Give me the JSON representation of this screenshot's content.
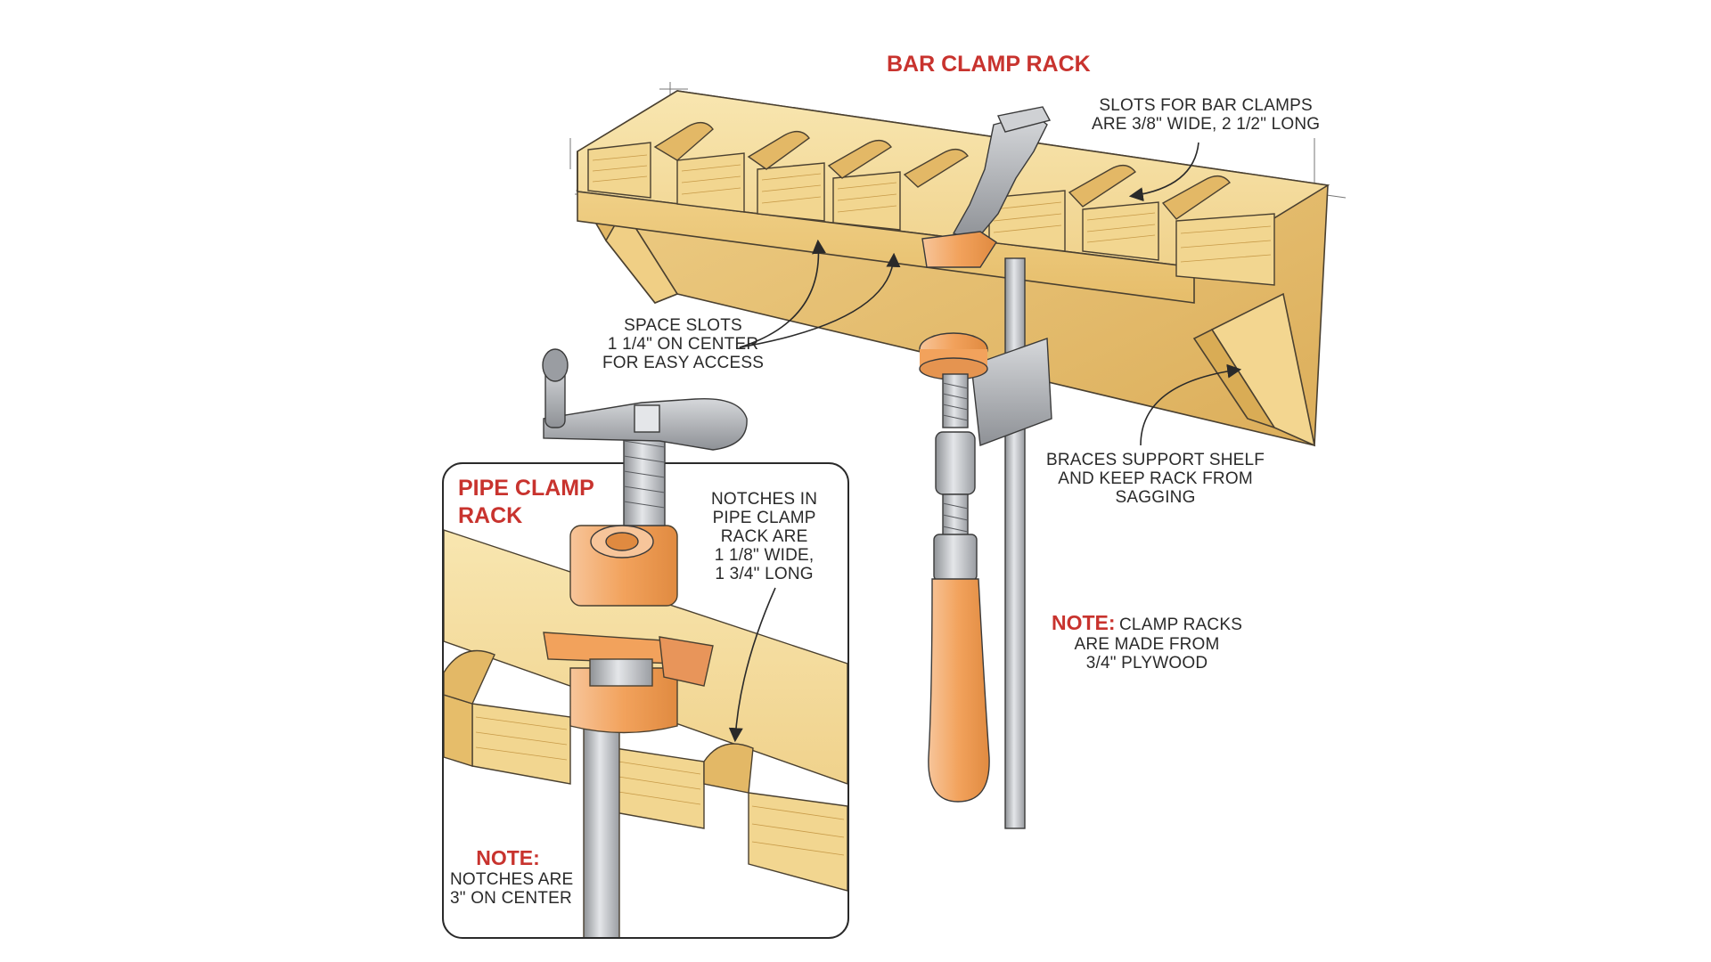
{
  "titles": {
    "bar_clamp_rack": "BAR CLAMP RACK",
    "pipe_clamp_rack": "PIPE CLAMP\nRACK"
  },
  "callouts": {
    "slots_for_bar_clamps": "SLOTS FOR BAR CLAMPS\nARE 3/8\" WIDE, 2 1/2\" LONG",
    "space_slots": "SPACE SLOTS\n1 1/4\" ON CENTER\nFOR EASY ACCESS",
    "braces_support": "BRACES SUPPORT SHELF\nAND KEEP RACK FROM\nSAGGING",
    "notches_in_pipe_clamp": "NOTCHES IN\nPIPE CLAMP\nRACK ARE\n1 1/8\" WIDE,\n1 3/4\" LONG"
  },
  "notes": {
    "clamp_racks": {
      "key": "NOTE:",
      "text": "CLAMP RACKS\nARE MADE FROM\n3/4\" PLYWOOD"
    },
    "notches_center": {
      "key": "NOTE:",
      "text": "NOTCHES ARE\n3\" ON CENTER"
    }
  },
  "colors": {
    "wood_light": "#f6e2a6",
    "wood_mid": "#ecc978",
    "wood_dark": "#d9ac55",
    "clamp_orange": "#f2a25c",
    "steel": "#b7b9bd",
    "accent_red": "#c8332e",
    "outline": "#3a3a3a"
  }
}
